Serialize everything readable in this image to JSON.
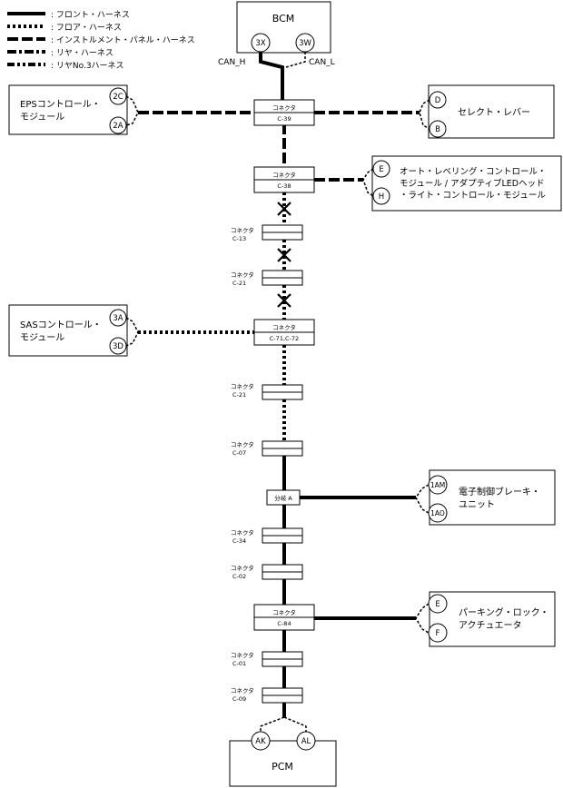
{
  "legend": [
    {
      "id": "front",
      "label": ": フロント・ハーネス"
    },
    {
      "id": "floor",
      "label": ": フロア・ハーネス"
    },
    {
      "id": "inst",
      "label": ": インストルメント・パネル・ハーネス"
    },
    {
      "id": "rear",
      "label": ": リヤ・ハーネス"
    },
    {
      "id": "rear3",
      "label": ": リヤNo.3ハーネス"
    }
  ],
  "bcm": {
    "name": "BCM",
    "pin_left": "3X",
    "pin_right": "3W",
    "can_h": "CAN_H",
    "can_l": "CAN_L"
  },
  "pcm": {
    "name": "PCM",
    "pin_left": "AK",
    "pin_right": "AL"
  },
  "connectors": {
    "c39": {
      "line1": "コネクタ",
      "line2": "C-39"
    },
    "c38": {
      "line1": "コネクタ",
      "line2": "C-38"
    },
    "c13": {
      "line1": "コネクタ",
      "line2": "C-13"
    },
    "c21a": {
      "line1": "コネクタ",
      "line2": "C-21"
    },
    "c7172": {
      "line1": "コネクタ",
      "line2": "C-71,C-72"
    },
    "c21b": {
      "line1": "コネクタ",
      "line2": "C-21"
    },
    "c07": {
      "line1": "コネクタ",
      "line2": "C-07"
    },
    "branch": {
      "line1": "分岐 A"
    },
    "c34": {
      "line1": "コネクタ",
      "line2": "C-34"
    },
    "c02": {
      "line1": "コネクタ",
      "line2": "C-02"
    },
    "c84": {
      "line1": "コネクタ",
      "line2": "C-84"
    },
    "c01": {
      "line1": "コネクタ",
      "line2": "C-01"
    },
    "c09": {
      "line1": "コネクタ",
      "line2": "C-09"
    }
  },
  "modules": {
    "eps": {
      "line1": "EPSコントロール・",
      "line2": "モジュール",
      "pin_top": "2C",
      "pin_bottom": "2A"
    },
    "select": {
      "line1": "セレクト・レバー",
      "pin_top": "D",
      "pin_bottom": "B"
    },
    "leveling": {
      "line1": "オート・レベリング・コントロール・",
      "line2": "モジュール / アダプティブLEDヘッド",
      "line3": "・ライト・コントロール・モジュール",
      "pin_top": "E",
      "pin_bottom": "H"
    },
    "sas": {
      "line1": "SASコントロール・",
      "line2": "モジュール",
      "pin_top": "3A",
      "pin_bottom": "3D"
    },
    "ebrake": {
      "line1": "電子制御ブレーキ・",
      "line2": "ユニット",
      "pin_top": "1AM",
      "pin_bottom": "1AO"
    },
    "parking": {
      "line1": "パーキング・ロック・",
      "line2": "アクチュエータ",
      "pin_top": "E",
      "pin_bottom": "F"
    }
  }
}
